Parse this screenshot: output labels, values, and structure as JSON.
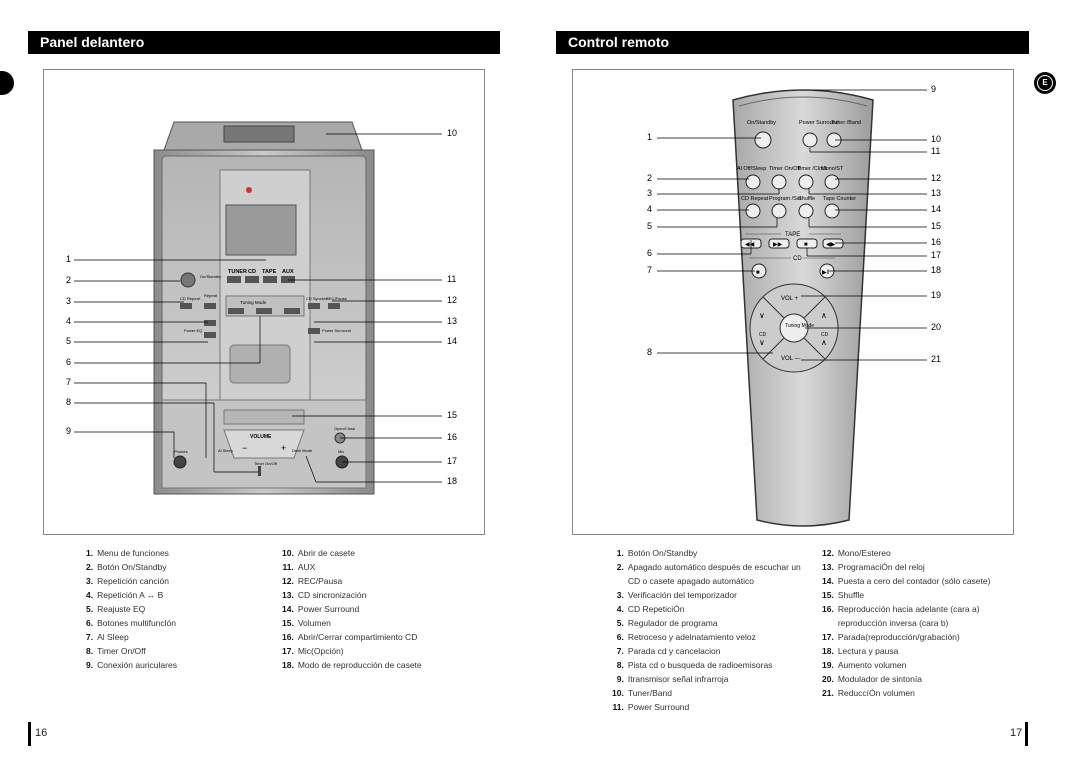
{
  "left": {
    "title": "Panel delantero",
    "tab": "",
    "page_number": "16",
    "device": {
      "display": [
        "TUNER",
        "CD",
        "TAPE",
        "AUX"
      ],
      "labels": {
        "on_standby": "On/Standby",
        "cd_repeat": "CD Repeat",
        "repeat_ab": "Repeat",
        "power_eq": "Power EQ",
        "tuning_mode": "Tuning Mode",
        "cd_synchro": "CD Synchro",
        "rec_pause": "REC/Pause",
        "power_surround": "Power Surround",
        "volume": "VOLUME",
        "open_close": "Open/Close",
        "phones": "Phones",
        "mic": "Mic",
        "al_sleep": "Al Sleep",
        "timer": "Timer On/Off",
        "deck_mode": "Deck Mode"
      }
    },
    "callouts_left": [
      "1",
      "2",
      "3",
      "4",
      "5",
      "6",
      "7",
      "8",
      "9"
    ],
    "callouts_right": [
      "10",
      "11",
      "12",
      "13",
      "14",
      "15",
      "16",
      "17",
      "18"
    ],
    "legend_col1": [
      {
        "n": "1.",
        "t": "Menu de funciones"
      },
      {
        "n": "2.",
        "t": "Botón On/Standby"
      },
      {
        "n": "3.",
        "t": "Repetición canción"
      },
      {
        "n": "4.",
        "t": "Repetición A ↔ B"
      },
      {
        "n": "5.",
        "t": "Reajuste EQ"
      },
      {
        "n": "6.",
        "t": "Botones multifunclón"
      },
      {
        "n": "7.",
        "t": "Al Sleep"
      },
      {
        "n": "8.",
        "t": "Timer On/Off"
      },
      {
        "n": "9.",
        "t": "Conexión auriculares"
      }
    ],
    "legend_col2": [
      {
        "n": "10.",
        "t": "Abrir de casete"
      },
      {
        "n": "11.",
        "t": "AUX"
      },
      {
        "n": "12.",
        "t": "REC/Pausa"
      },
      {
        "n": "13.",
        "t": "CD sincronización"
      },
      {
        "n": "14.",
        "t": "Power Surround"
      },
      {
        "n": "15.",
        "t": "Volumen"
      },
      {
        "n": "16.",
        "t": "Abrir/Cerrar compartimiento CD"
      },
      {
        "n": "17.",
        "t": "Mic(Opción)"
      },
      {
        "n": "18.",
        "t": "Modo de reproducción de casete"
      }
    ]
  },
  "right": {
    "title": "Control remoto",
    "tab": "E",
    "page_number": "17",
    "remote": {
      "row1": [
        "On/Standby",
        "Power Surround",
        "Tuner /Band"
      ],
      "row2": [
        "Al Off/Sleep",
        "Timer On/Off",
        "Timer /Clock",
        "Mono/ST"
      ],
      "row3": [
        "CD Repeat",
        "Program /Set",
        "Shuffle",
        "Tape Counter"
      ],
      "tape": "TAPE",
      "cd": "CD",
      "vol_up": "VOL +",
      "vol_down": "VOL —",
      "tuning_mode": "Tuning Mode",
      "cd_left": "CD",
      "cd_right": "CD"
    },
    "callouts_left": [
      "1",
      "2",
      "3",
      "4",
      "5",
      "6",
      "7",
      "8"
    ],
    "callouts_right": [
      "9",
      "10",
      "11",
      "12",
      "13",
      "14",
      "15",
      "16",
      "17",
      "18",
      "19",
      "20",
      "21"
    ],
    "legend_col1": [
      {
        "n": "1.",
        "t": "Botón On/Standby"
      },
      {
        "n": "2.",
        "t": "Apagado automático después de escuchar un CD o casete apagado automático"
      },
      {
        "n": "3.",
        "t": "Verificación del temporizador"
      },
      {
        "n": "4.",
        "t": "CD RepeticiÓn"
      },
      {
        "n": "5.",
        "t": "Regulador de programa"
      },
      {
        "n": "6.",
        "t": "Retroceso y adelnatamiento veloz"
      },
      {
        "n": "7.",
        "t": "Parada cd y cancelacion"
      },
      {
        "n": "8.",
        "t": "Pista cd o busqueda de radioemisoras"
      },
      {
        "n": "9.",
        "t": "Itransmisor señal infrarroja"
      },
      {
        "n": "10.",
        "t": "Tuner/Band"
      },
      {
        "n": "11.",
        "t": "Power Surround"
      }
    ],
    "legend_col2": [
      {
        "n": "12.",
        "t": "Mono/Estereo"
      },
      {
        "n": "13.",
        "t": "ProgramaciÓn del reloj"
      },
      {
        "n": "14.",
        "t": "Puesta a cero del contador (sólo casete)"
      },
      {
        "n": "15.",
        "t": "Shuffle"
      },
      {
        "n": "16.",
        "t": "Reproducción hacia adelante (cara a) reproducción inversa (cara b)"
      },
      {
        "n": "17.",
        "t": "Parada(reproducción/grabación)"
      },
      {
        "n": "18.",
        "t": "Lectura y pausa"
      },
      {
        "n": "19.",
        "t": "Aumento volumen"
      },
      {
        "n": "20.",
        "t": "Modulador de sintonía"
      },
      {
        "n": "21.",
        "t": "ReduccíÓn volumen"
      }
    ]
  }
}
